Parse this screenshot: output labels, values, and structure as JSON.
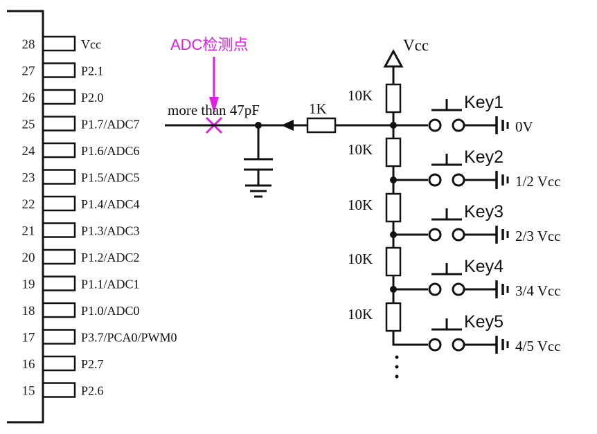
{
  "colors": {
    "ink": "#111111",
    "annotation": "#e020e0",
    "background": "#ffffff"
  },
  "chip": {
    "pins": [
      {
        "num": "28",
        "label": "Vcc"
      },
      {
        "num": "27",
        "label": "P2.1"
      },
      {
        "num": "26",
        "label": "P2.0"
      },
      {
        "num": "25",
        "label": "P1.7/ADC7"
      },
      {
        "num": "24",
        "label": "P1.6/ADC6"
      },
      {
        "num": "23",
        "label": "P1.5/ADC5"
      },
      {
        "num": "22",
        "label": "P1.4/ADC4"
      },
      {
        "num": "21",
        "label": "P1.3/ADC3"
      },
      {
        "num": "20",
        "label": "P1.2/ADC2"
      },
      {
        "num": "19",
        "label": "P1.1/ADC1"
      },
      {
        "num": "18",
        "label": "P1.0/ADC0"
      },
      {
        "num": "17",
        "label": "P3.7/PCA0/PWM0"
      },
      {
        "num": "16",
        "label": "P2.7"
      },
      {
        "num": "15",
        "label": "P2.6"
      }
    ]
  },
  "annotation": {
    "adc_test_point": "ADC检测点"
  },
  "circuit": {
    "cap_label": "more than 47pF",
    "series_resistor": "1K",
    "vcc_label": "Vcc",
    "ladder_resistors": [
      "10K",
      "10K",
      "10K",
      "10K",
      "10K"
    ],
    "keys": [
      {
        "name": "Key1",
        "voltage": "0V"
      },
      {
        "name": "Key2",
        "voltage": "1/2 Vcc"
      },
      {
        "name": "Key3",
        "voltage": "2/3 Vcc"
      },
      {
        "name": "Key4",
        "voltage": "3/4 Vcc"
      },
      {
        "name": "Key5",
        "voltage": "4/5 Vcc"
      }
    ]
  }
}
